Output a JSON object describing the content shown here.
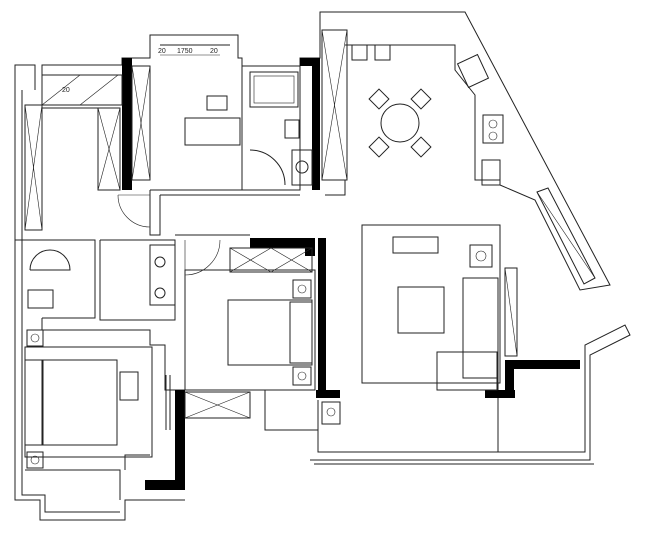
{
  "plan": {
    "dimension_width": "1750",
    "dimension_offset_left": "20",
    "dimension_offset_right": "20",
    "small_label": "20"
  }
}
